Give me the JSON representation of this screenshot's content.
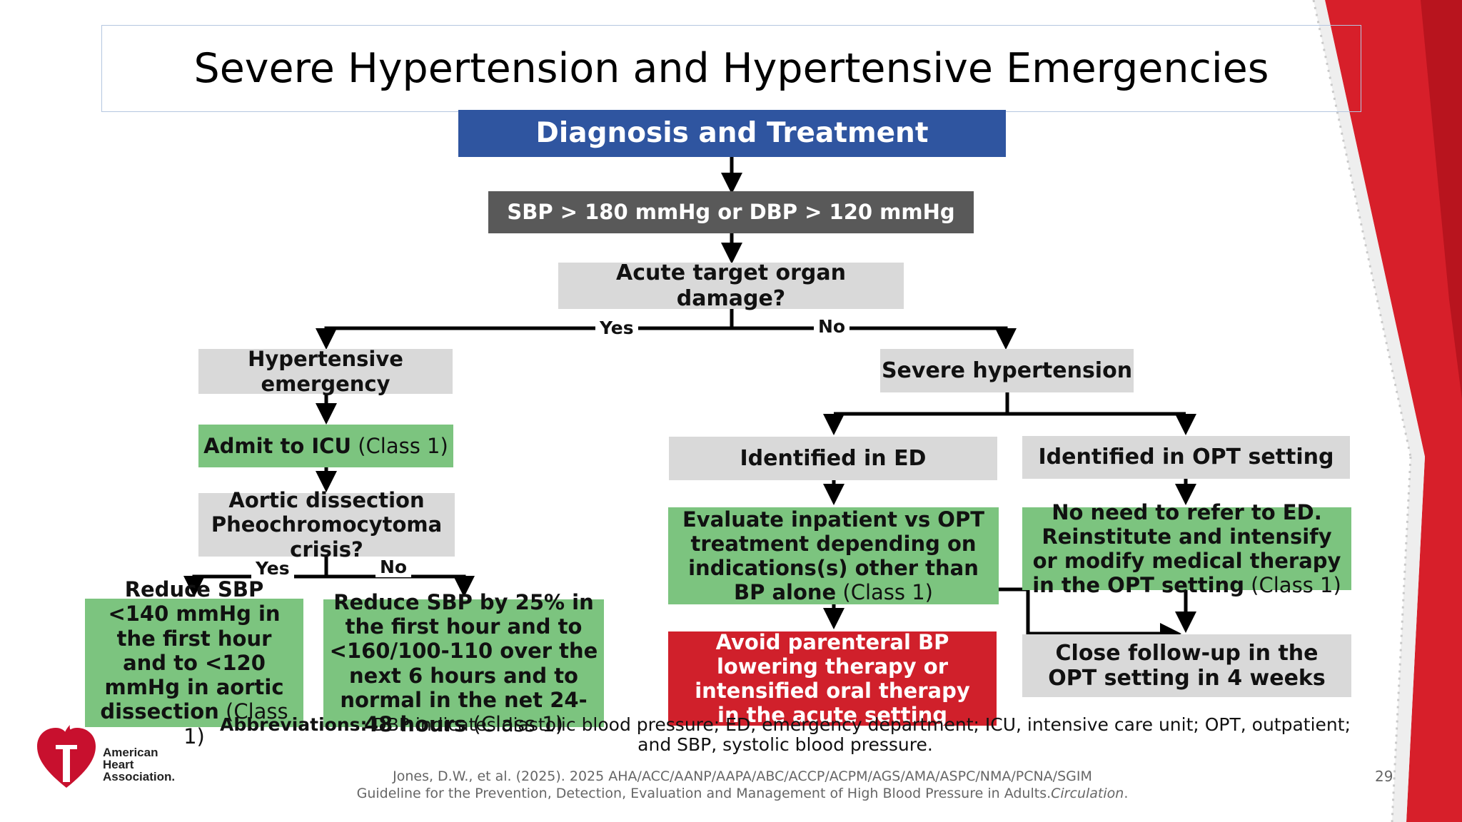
{
  "slide": {
    "title": "Severe Hypertension and Hypertensive Emergencies",
    "page_number": "29"
  },
  "flow": {
    "header": "Diagnosis and Treatment",
    "sbp": "SBP > 180 mmHg or DBP > 120 mmHg",
    "damage": "Acute target organ damage?",
    "yes1": "Yes",
    "no1": "No",
    "emergency": "Hypertensive emergency",
    "severe": "Severe hypertension",
    "icu_bold": "Admit to ICU",
    "icu_class": " (Class 1)",
    "aortic": "Aortic dissection Pheochromocytoma crisis?",
    "yes2": "Yes",
    "no2": "No",
    "reduce140_bold": "Reduce SBP <140 mmHg in the first hour and to <120 mmHg in aortic dissection",
    "reduce140_class": " (Class 1)",
    "reduce25_bold": "Reduce SBP by 25% in the first hour and to <160/100-110 over the next 6 hours and to normal in the net 24-48 hours",
    "reduce25_class": " (Class 1)",
    "ed": "Identified in ED",
    "opt": "Identified in OPT setting",
    "evaluate_bold": "Evaluate inpatient vs OPT treatment depending on indications(s) other than BP alone",
    "evaluate_class": " (Class 1)",
    "noneed_bold": "No need to refer to ED. Reinstitute and intensify or modify medical therapy in the OPT setting",
    "noneed_class": " (Class 1)",
    "avoid": "Avoid parenteral BP lowering therapy or intensified oral therapy in the acute setting",
    "followup": "Close follow-up in the OPT setting in 4 weeks"
  },
  "footer": {
    "abbr_label": "Abbreviations:",
    "abbr_text": " DBP indicates diastolic blood pressure; ED, emergency department; ICU, intensive care unit; OPT, outpatient; and SBP, systolic blood pressure.",
    "citation_line1": "Jones, D.W., et al. (2025). 2025 AHA/ACC/AANP/AAPA/ABC/ACCP/ACPM/AGS/AMA/ASPC/NMA/PCNA/SGIM",
    "citation_line2": "Guideline for the Prevention, Detection, Evaluation and Management of High Blood Pressure in Adults.",
    "citation_journal": "Circulation",
    "citation_end": "."
  },
  "logo": {
    "line1": "American",
    "line2": "Heart",
    "line3": "Association."
  },
  "colors": {
    "header_blue": "#2f55a0",
    "sbp_dark": "#595959",
    "gray": "#d9d9d9",
    "green": "#7cc47f",
    "red": "#d0202b",
    "accent_red": "#d71f2a"
  }
}
